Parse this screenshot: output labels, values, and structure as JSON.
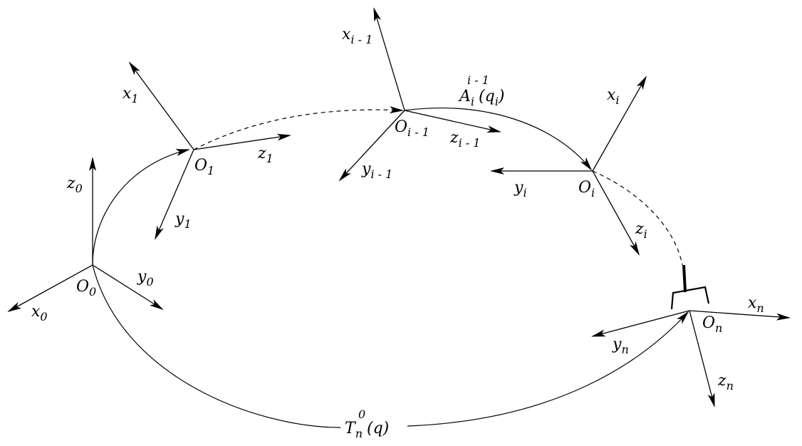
{
  "frames": [
    {
      "origin": {
        "base": "O",
        "sub": "0"
      },
      "axes": [
        {
          "name": "z-axis",
          "base": "z",
          "sub": "0"
        },
        {
          "name": "y-axis",
          "base": "y",
          "sub": "0"
        },
        {
          "name": "x-axis",
          "base": "x",
          "sub": "0"
        }
      ]
    },
    {
      "origin": {
        "base": "O",
        "sub": "1"
      },
      "axes": [
        {
          "name": "x-axis",
          "base": "x",
          "sub": "1"
        },
        {
          "name": "z-axis",
          "base": "z",
          "sub": "1"
        },
        {
          "name": "y-axis",
          "base": "y",
          "sub": "1"
        }
      ]
    },
    {
      "origin": {
        "base": "O",
        "sub": "i - 1"
      },
      "axes": [
        {
          "name": "x-axis",
          "base": "x",
          "sub": "i - 1"
        },
        {
          "name": "z-axis",
          "base": "z",
          "sub": "i - 1"
        },
        {
          "name": "y-axis",
          "base": "y",
          "sub": "i - 1"
        }
      ]
    },
    {
      "origin": {
        "base": "O",
        "sub": "i"
      },
      "axes": [
        {
          "name": "x-axis",
          "base": "x",
          "sub": "i"
        },
        {
          "name": "y-axis",
          "base": "y",
          "sub": "i"
        },
        {
          "name": "z-axis",
          "base": "z",
          "sub": "i"
        }
      ]
    },
    {
      "origin": {
        "base": "O",
        "sub": "n"
      },
      "axes": [
        {
          "name": "x-axis",
          "base": "x",
          "sub": "n"
        },
        {
          "name": "y-axis",
          "base": "y",
          "sub": "n"
        },
        {
          "name": "z-axis",
          "base": "z",
          "sub": "n"
        }
      ]
    }
  ],
  "transforms": {
    "A": {
      "base": "A",
      "sub": "i",
      "sup": "i - 1",
      "arg": "(q",
      "arg_sub": "i",
      "arg_close": ")"
    },
    "T": {
      "base": "T",
      "sub": "n",
      "sup": "0",
      "arg": "(q)"
    }
  }
}
